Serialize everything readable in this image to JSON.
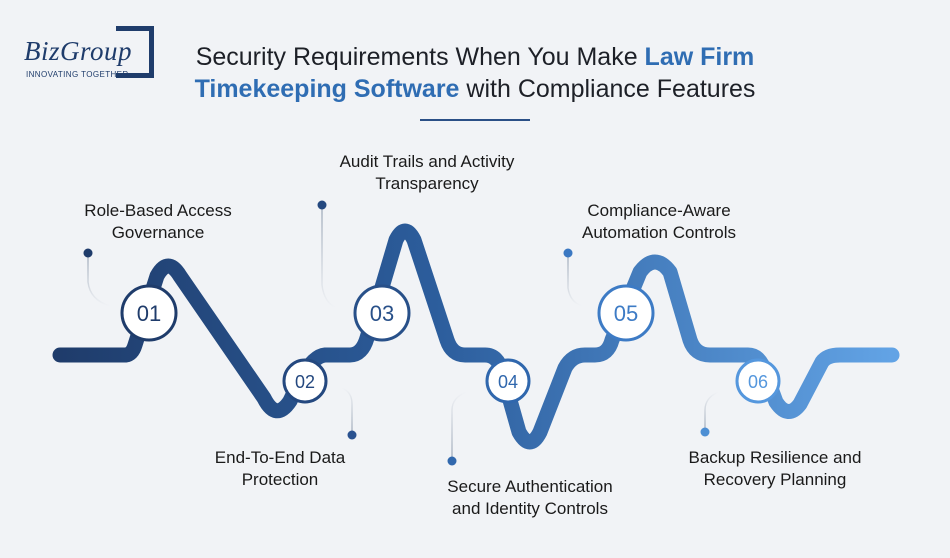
{
  "logo": {
    "word": "BizGroup",
    "tagline": "INNOVATING TOGETHER"
  },
  "title": {
    "part1": "Security Requirements When You Make ",
    "highlight": "Law Firm Timekeeping Software",
    "part2": " with Compliance Features"
  },
  "colors": {
    "background": "#f1f3f6",
    "dark_blue": "#1f3c6b",
    "accent_blue": "#2f6db3",
    "light_blue": "#62a3e5"
  },
  "steps": [
    {
      "number": "01",
      "label_line1": "Role-Based Access",
      "label_line2": "Governance"
    },
    {
      "number": "02",
      "label_line1": "End-To-End Data",
      "label_line2": "Protection"
    },
    {
      "number": "03",
      "label_line1": "Audit Trails and Activity",
      "label_line2": "Transparency"
    },
    {
      "number": "04",
      "label_line1": "Secure Authentication",
      "label_line2": "and Identity Controls"
    },
    {
      "number": "05",
      "label_line1": "Compliance-Aware",
      "label_line2": "Automation Controls"
    },
    {
      "number": "06",
      "label_line1": "Backup Resilience and",
      "label_line2": "Recovery Planning"
    }
  ]
}
